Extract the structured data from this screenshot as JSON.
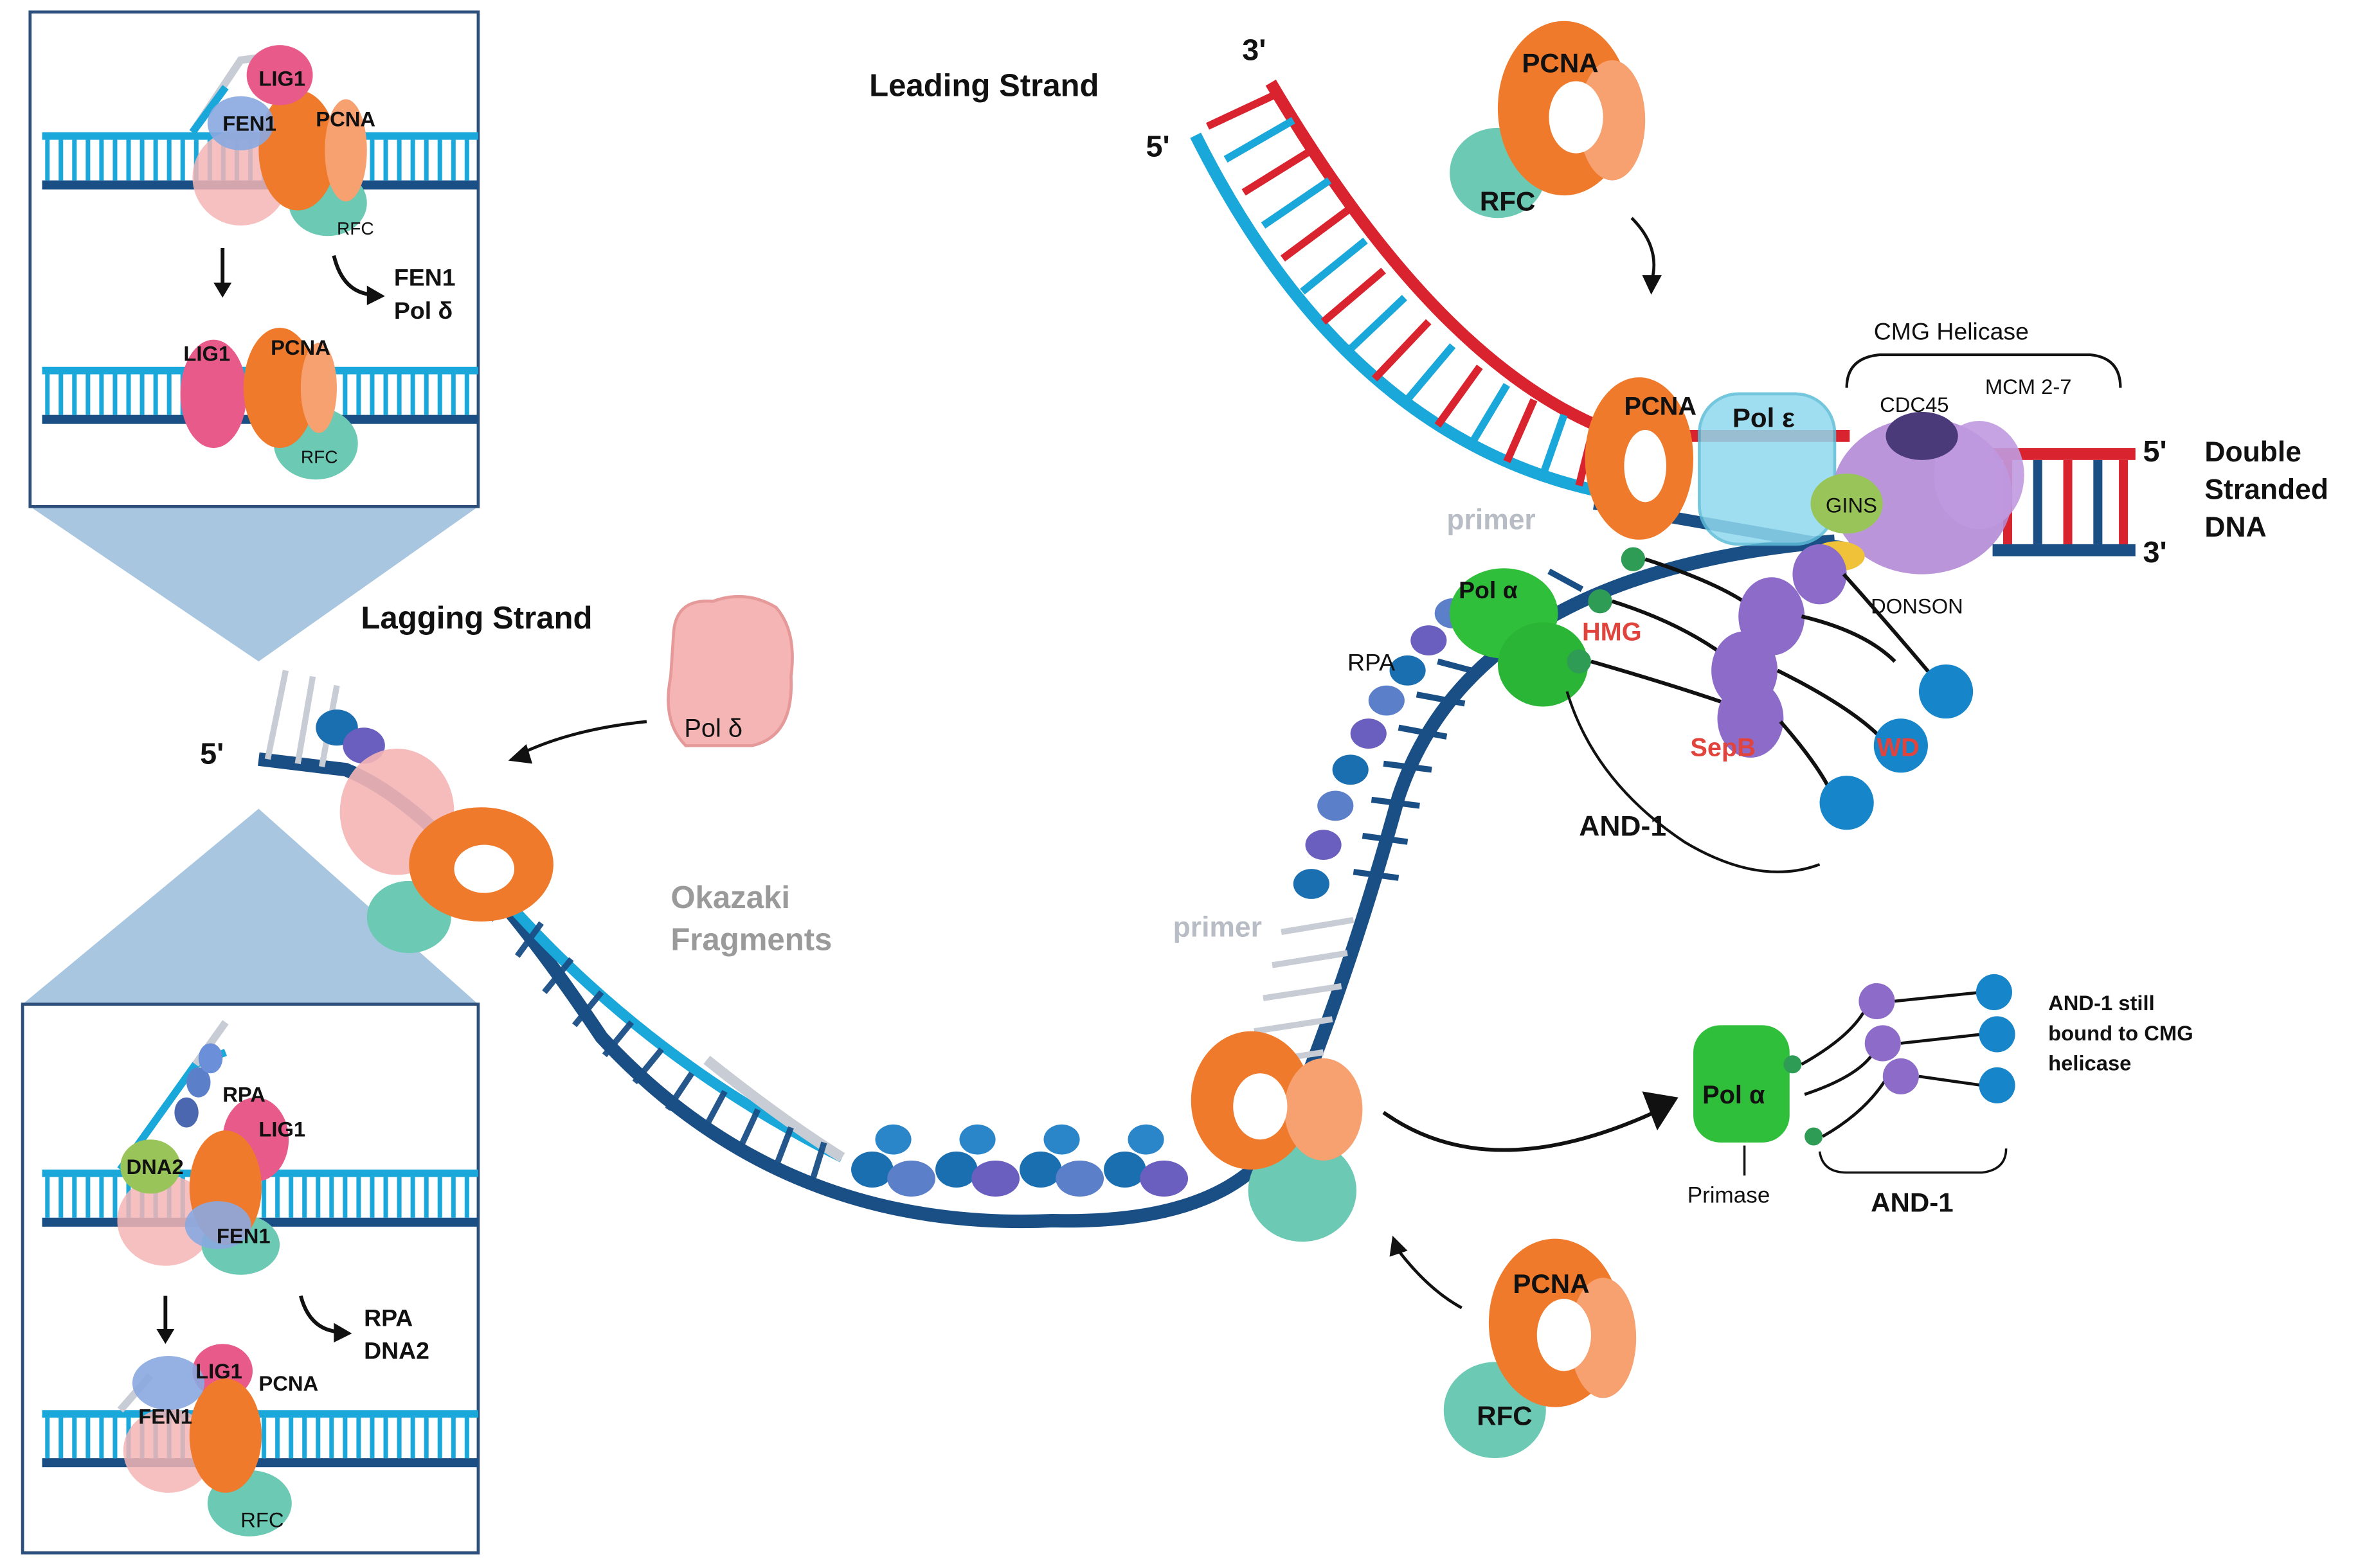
{
  "labels": {
    "leading_strand": "Leading Strand",
    "lagging_strand": "Lagging Strand",
    "okazaki_1": "Okazaki",
    "okazaki_2": "Fragments",
    "double_1": "Double",
    "double_2": "Stranded",
    "double_3": "DNA",
    "five_prime": "5'",
    "three_prime": "3'",
    "cmg_helicase": "CMG Helicase",
    "mcm": "MCM 2-7",
    "cdc45": "CDC45",
    "gins": "GINS",
    "donson": "DONSON",
    "pcna": "PCNA",
    "rfc": "RFC",
    "pol_e": "Pol ε",
    "pol_d": "Pol δ",
    "pol_a": "Pol α",
    "primer": "primer",
    "rpa": "RPA",
    "hmg": "HMG",
    "sepb": "SepB",
    "wd": "WD",
    "and1": "AND-1",
    "and1_still_1": "AND-1 still",
    "and1_still_2": "bound to CMG",
    "and1_still_3": "helicase",
    "primase": "Primase",
    "lig1": "LIG1",
    "fen1": "FEN1",
    "dna2": "DNA2"
  },
  "insets": {
    "top_release_1": "FEN1",
    "top_release_2": "Pol δ",
    "bottom_release_1": "RPA",
    "bottom_release_2": "DNA2"
  },
  "colors": {
    "dna_light": "#1aa7d9",
    "dna_dark": "#1a4f86",
    "dna_red": "#d9232e",
    "primer": "#c8ccd4",
    "pcna": "#f07a2c",
    "rfc": "#6cc9b3",
    "pol_d": "#f5b5b5",
    "pol_a": "#2fbf3a",
    "rpa": "#5b7fc8",
    "and1": "#8c6cc8",
    "wd": "#1785c9",
    "mcm": "#b48ad6",
    "cdc45": "#4a3a7a",
    "gins": "#98c45a",
    "donson": "#f0c23a",
    "lig1": "#e85a8a",
    "fen1": "#8aa8e0",
    "inset_border": "#2c4f7c",
    "inset_fill": "#a9c6e0"
  }
}
